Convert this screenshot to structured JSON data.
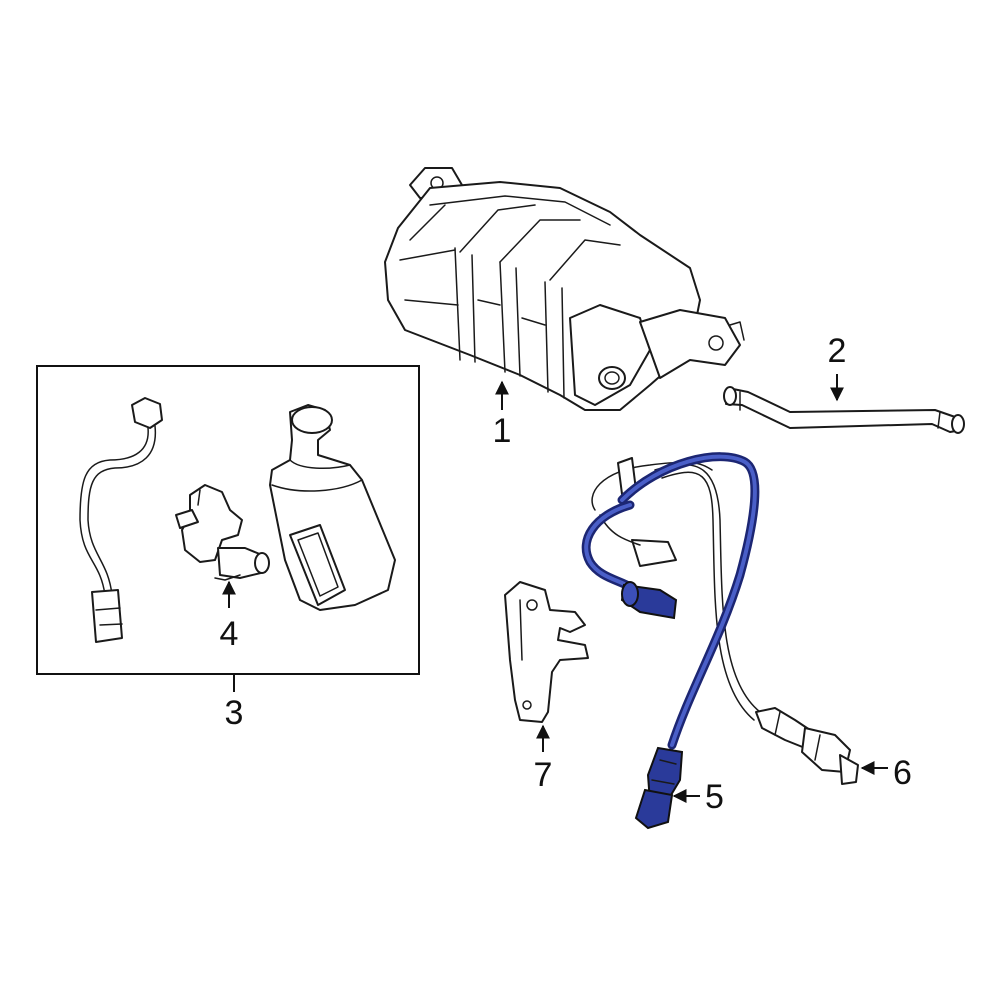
{
  "diagram": {
    "callouts": [
      {
        "id": "1",
        "label": "1"
      },
      {
        "id": "2",
        "label": "2"
      },
      {
        "id": "3",
        "label": "3"
      },
      {
        "id": "4",
        "label": "4"
      },
      {
        "id": "5",
        "label": "5"
      },
      {
        "id": "6",
        "label": "6"
      },
      {
        "id": "7",
        "label": "7"
      }
    ],
    "colors": {
      "line": "#1a1a1a",
      "highlight": "#2a3a9a",
      "highlight_dark": "#1c2673",
      "background": "#ffffff"
    }
  }
}
